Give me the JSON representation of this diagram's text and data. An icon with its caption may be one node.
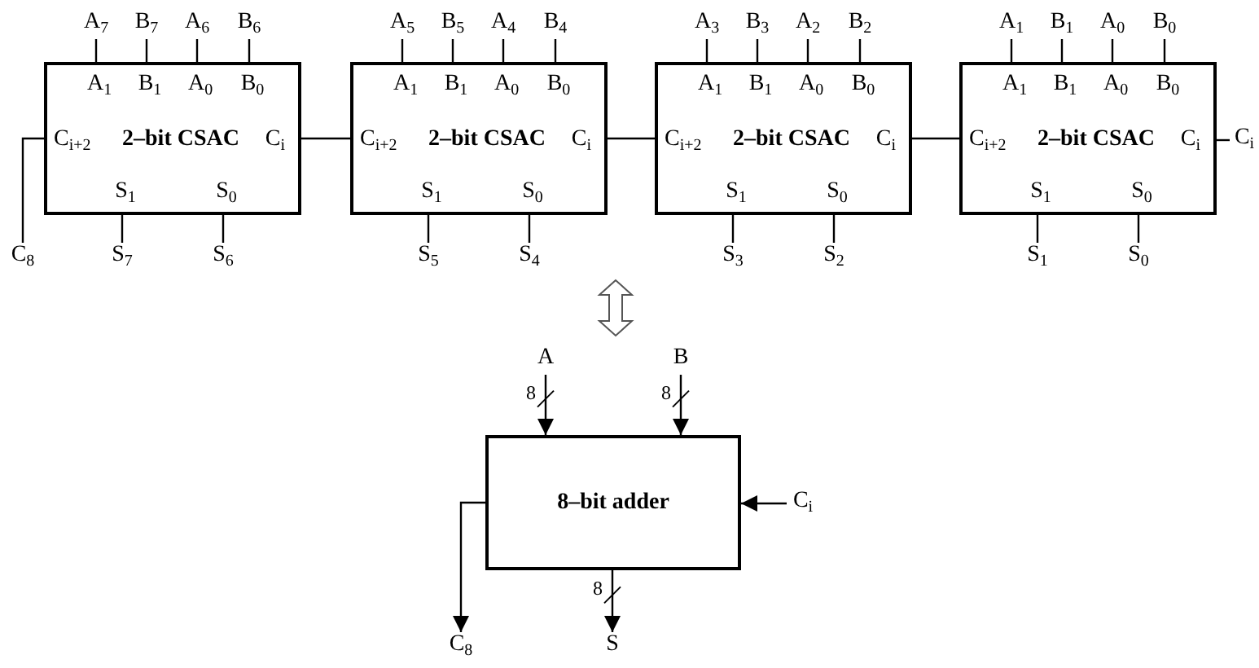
{
  "diagram": {
    "nodes": [
      {
        "text": [
          "A$_{7}$"
        ]
      },
      {
        "text": [
          "B$_{7}$"
        ]
      },
      {
        "text": [
          "A$_{6}$"
        ]
      },
      {
        "text": [
          "B$_{6}$"
        ]
      },
      {
        "text": [
          "A$_{5}$"
        ]
      },
      {
        "text": [
          "B$_{5}$"
        ]
      },
      {
        "text": [
          "A$_{4}$"
        ]
      },
      {
        "text": [
          "B$_{4}$"
        ]
      },
      {
        "text": [
          "A$_{3}$"
        ]
      },
      {
        "text": [
          "B$_{3}$"
        ]
      },
      {
        "text": [
          "A$_{2}$"
        ]
      },
      {
        "text": [
          "B$_{2}$"
        ]
      },
      {
        "text": [
          "A$_{1}$"
        ]
      },
      {
        "text": [
          "B$_{1}$"
        ]
      },
      {
        "text": [
          "A$_{0}$"
        ]
      },
      {
        "text": [
          "B$_{0}$"
        ]
      },
      {
        "text": [
          "A$_{1}$",
          "B$_{1}$",
          "A$_{0}$",
          "B$_{0}$",
          "C$_{i+2}$",
          "2–bit CSAC",
          "C$_{i}$",
          "S$_{1}$",
          "S$_{0}$"
        ]
      },
      {
        "text": [
          "A$_{1}$",
          "B$_{1}$",
          "A$_{0}$",
          "B$_{0}$",
          "C$_{i+2}$",
          "2–bit CSAC",
          "C$_{i}$",
          "S$_{1}$",
          "S$_{0}$"
        ]
      },
      {
        "text": [
          "A$_{1}$",
          "B$_{1}$",
          "A$_{0}$",
          "B$_{0}$",
          "C$_{i+2}$",
          "2–bit CSAC",
          "C$_{i}$",
          "S$_{1}$",
          "S$_{0}$"
        ]
      },
      {
        "text": [
          "A$_{1}$",
          "B$_{1}$",
          "A$_{0}$",
          "B$_{0}$",
          "C$_{i+2}$",
          "2–bit CSAC",
          "C$_{i}$",
          "S$_{1}$",
          "S$_{0}$"
        ]
      },
      {
        "text": [
          "C$_{i}$"
        ]
      },
      {
        "text": [
          "C$_{8}$"
        ]
      },
      {
        "text": [
          "S$_{7}$"
        ]
      },
      {
        "text": [
          "S$_{6}$"
        ]
      },
      {
        "text": [
          "S$_{5}$"
        ]
      },
      {
        "text": [
          "S$_{4}$"
        ]
      },
      {
        "text": [
          "S$_{3}$"
        ]
      },
      {
        "text": [
          "S$_{2}$"
        ]
      },
      {
        "text": [
          "S$_{1}$"
        ]
      },
      {
        "text": [
          "S$_{0}$"
        ]
      },
      {
        "text": [
          "A"
        ]
      },
      {
        "text": [
          "B"
        ]
      },
      {
        "text": [
          "8–bit adder"
        ]
      },
      {
        "text": [
          "C$_{i}$"
        ]
      },
      {
        "text": [
          "C$_{8}$"
        ]
      },
      {
        "text": [
          "S"
        ]
      }
    ],
    "edges": [
      {
        "from": 0,
        "to": 16,
        "arrow": "none"
      },
      {
        "from": 1,
        "to": 16,
        "arrow": "none"
      },
      {
        "from": 2,
        "to": 16,
        "arrow": "none"
      },
      {
        "from": 3,
        "to": 16,
        "arrow": "none"
      },
      {
        "from": 4,
        "to": 17,
        "arrow": "none"
      },
      {
        "from": 5,
        "to": 17,
        "arrow": "none"
      },
      {
        "from": 6,
        "to": 17,
        "arrow": "none"
      },
      {
        "from": 7,
        "to": 17,
        "arrow": "none"
      },
      {
        "from": 8,
        "to": 18,
        "arrow": "none"
      },
      {
        "from": 9,
        "to": 18,
        "arrow": "none"
      },
      {
        "from": 10,
        "to": 18,
        "arrow": "none"
      },
      {
        "from": 11,
        "to": 18,
        "arrow": "none"
      },
      {
        "from": 12,
        "to": 19,
        "arrow": "none"
      },
      {
        "from": 13,
        "to": 19,
        "arrow": "none"
      },
      {
        "from": 14,
        "to": 19,
        "arrow": "none"
      },
      {
        "from": 15,
        "to": 19,
        "arrow": "none"
      },
      {
        "from": 20,
        "to": 19,
        "arrow": "none"
      },
      {
        "from": 19,
        "to": 18,
        "arrow": "none"
      },
      {
        "from": 18,
        "to": 17,
        "arrow": "none"
      },
      {
        "from": 17,
        "to": 16,
        "arrow": "none"
      },
      {
        "from": 16,
        "to": 21,
        "arrow": "none"
      },
      {
        "from": 16,
        "to": 22,
        "arrow": "none"
      },
      {
        "from": 16,
        "to": 23,
        "arrow": "none"
      },
      {
        "from": 17,
        "to": 24,
        "arrow": "none"
      },
      {
        "from": 17,
        "to": 25,
        "arrow": "none"
      },
      {
        "from": 18,
        "to": 26,
        "arrow": "none"
      },
      {
        "from": 18,
        "to": 27,
        "arrow": "none"
      },
      {
        "from": 19,
        "to": 28,
        "arrow": "none"
      },
      {
        "from": 19,
        "to": 29,
        "arrow": "none"
      },
      {
        "from": 30,
        "to": 32,
        "arrow": "to",
        "label": "8"
      },
      {
        "from": 31,
        "to": 32,
        "arrow": "to",
        "label": "8"
      },
      {
        "from": 33,
        "to": 32,
        "arrow": "to"
      },
      {
        "from": 32,
        "to": 34,
        "arrow": "to"
      },
      {
        "from": 32,
        "to": 35,
        "arrow": "to",
        "label": "8"
      }
    ]
  }
}
